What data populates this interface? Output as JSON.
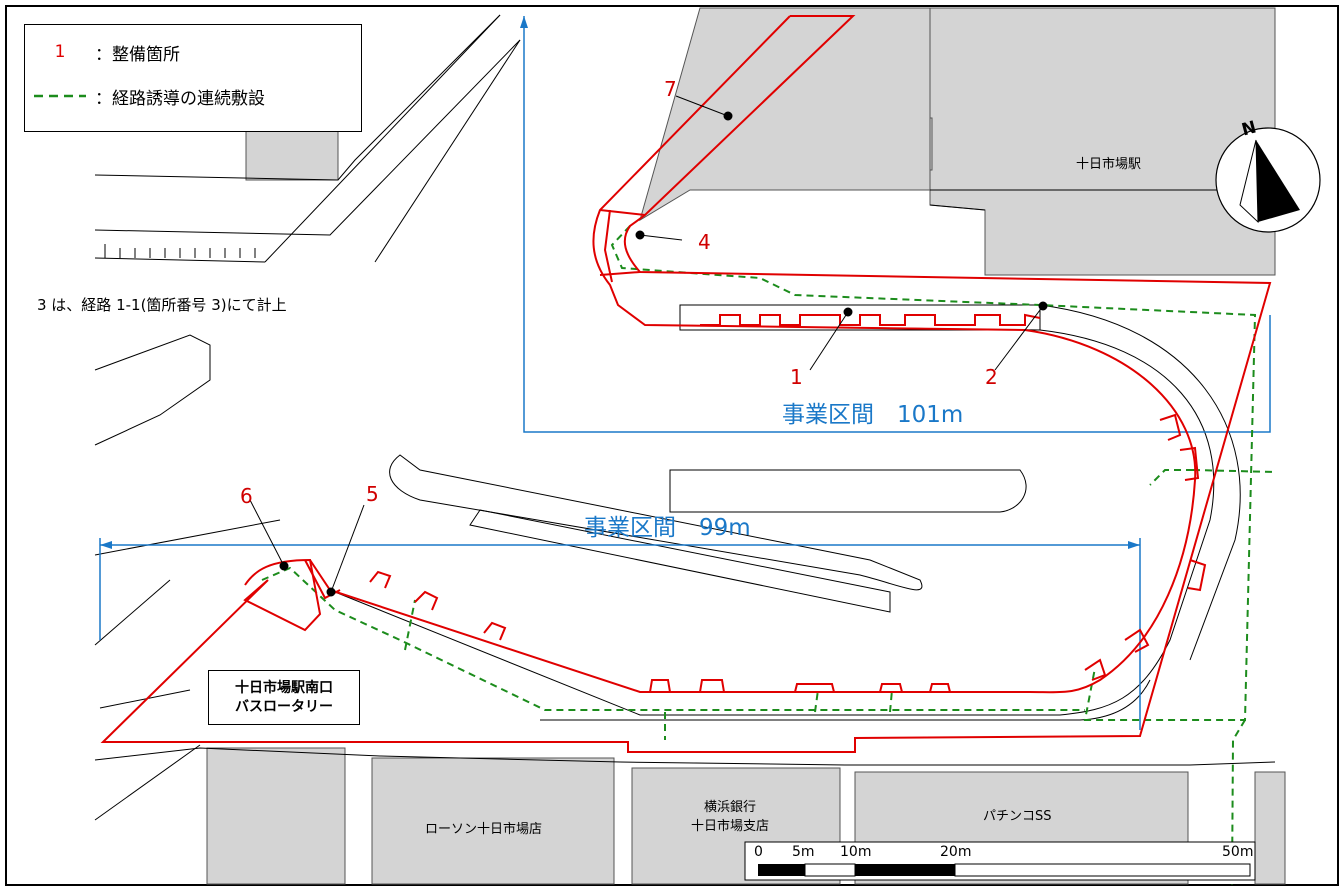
{
  "legend": {
    "repair_marker": "1",
    "repair_label": "：整備箇所",
    "guidance_label": "：経路誘導の連続敷設"
  },
  "note": "3 は、経路 1-1(箇所番号 3)にて計上",
  "buildings": {
    "station": "十日市場駅",
    "lawson": "ローソン十日市場店",
    "bank_line1": "横浜銀行",
    "bank_line2": "十日市場支店",
    "pachinko": "パチンコSS"
  },
  "bus_rotary": {
    "line1": "十日市場駅南口",
    "line2": "バスロータリー"
  },
  "sections": {
    "north": "事業区間　101m",
    "south": "事業区間　99m"
  },
  "points": [
    "1",
    "2",
    "4",
    "5",
    "6",
    "7"
  ],
  "scale_bar": {
    "ticks": [
      "0",
      "5m",
      "10m",
      "20m",
      "50m"
    ]
  },
  "north_arrow": {
    "letter": "N",
    "icon": "north-arrow-icon"
  },
  "colors": {
    "repair": "#e00000",
    "guidance": "#1c8c1c",
    "section": "#1a78c8",
    "building": "#d4d4d4"
  }
}
